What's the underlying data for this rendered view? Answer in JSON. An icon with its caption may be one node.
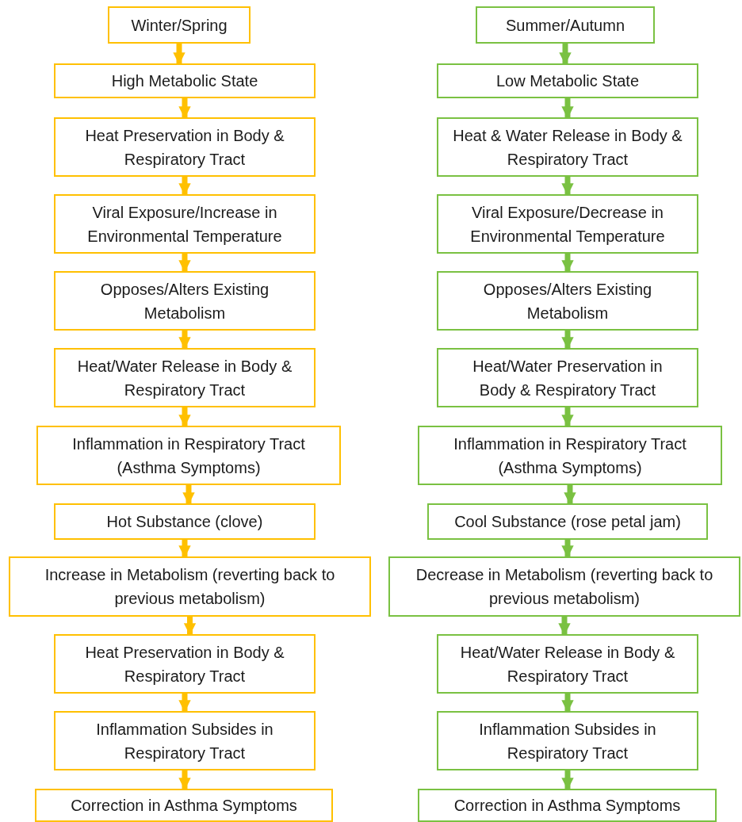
{
  "diagram": {
    "nodes": [
      {
        "text": [
          "Winter/Spring"
        ]
      },
      {
        "text": [
          "High Metabolic State"
        ]
      },
      {
        "text": [
          "Heat Preservation in Body & Respiratory Tract"
        ]
      },
      {
        "text": [
          "Viral Exposure/Increase in Environmental Temperature"
        ]
      },
      {
        "text": [
          "Opposes/Alters Existing Metabolism"
        ]
      },
      {
        "text": [
          "Heat/Water Release in Body & Respiratory Tract"
        ]
      },
      {
        "text": [
          "Inflammation in Respiratory Tract (Asthma Symptoms)"
        ]
      },
      {
        "text": [
          "Hot Substance (clove)"
        ]
      },
      {
        "text": [
          "Increase in Metabolism (reverting back to previous metabolism)"
        ]
      },
      {
        "text": [
          "Heat Preservation in Body & Respiratory Tract"
        ]
      },
      {
        "text": [
          "Inflammation Subsides in Respiratory Tract"
        ]
      },
      {
        "text": [
          "Correction in Asthma Symptoms"
        ]
      },
      {
        "text": [
          "Summer/Autumn"
        ]
      },
      {
        "text": [
          "Low Metabolic State"
        ]
      },
      {
        "text": [
          "Heat & Water Release in Body & Respiratory Tract"
        ]
      },
      {
        "text": [
          "Viral Exposure/Decrease in Environmental Temperature"
        ]
      },
      {
        "text": [
          "Opposes/Alters Existing Metabolism"
        ]
      },
      {
        "text": [
          "Heat/Water Preservation in Body & Respiratory Tract"
        ]
      },
      {
        "text": [
          "Inflammation in Respiratory Tract (Asthma Symptoms)"
        ]
      },
      {
        "text": [
          "Cool Substance (rose petal jam)"
        ]
      },
      {
        "text": [
          "Decrease in Metabolism (reverting back to previous metabolism)"
        ]
      },
      {
        "text": [
          "Heat/Water Release in Body & Respiratory Tract"
        ]
      },
      {
        "text": [
          "Inflammation Subsides in Respiratory Tract"
        ]
      },
      {
        "text": [
          "Correction in Asthma Symptoms"
        ]
      }
    ],
    "edges": [
      {
        "from": 0,
        "to": 1,
        "arrow": "to",
        "color": "#ffc000"
      },
      {
        "from": 1,
        "to": 2,
        "arrow": "to",
        "color": "#ffc000"
      },
      {
        "from": 2,
        "to": 3,
        "arrow": "to",
        "color": "#ffc000"
      },
      {
        "from": 3,
        "to": 4,
        "arrow": "to",
        "color": "#ffc000"
      },
      {
        "from": 4,
        "to": 5,
        "arrow": "to",
        "color": "#ffc000"
      },
      {
        "from": 5,
        "to": 6,
        "arrow": "to",
        "color": "#ffc000"
      },
      {
        "from": 6,
        "to": 7,
        "arrow": "to",
        "color": "#ffc000"
      },
      {
        "from": 7,
        "to": 8,
        "arrow": "to",
        "color": "#ffc000"
      },
      {
        "from": 8,
        "to": 9,
        "arrow": "to",
        "color": "#ffc000"
      },
      {
        "from": 9,
        "to": 10,
        "arrow": "to",
        "color": "#ffc000"
      },
      {
        "from": 10,
        "to": 11,
        "arrow": "to",
        "color": "#ffc000"
      },
      {
        "from": 12,
        "to": 13,
        "arrow": "to",
        "color": "#7ac142"
      },
      {
        "from": 13,
        "to": 14,
        "arrow": "to",
        "color": "#7ac142"
      },
      {
        "from": 14,
        "to": 15,
        "arrow": "to",
        "color": "#7ac142"
      },
      {
        "from": 15,
        "to": 16,
        "arrow": "to",
        "color": "#7ac142"
      },
      {
        "from": 16,
        "to": 17,
        "arrow": "to",
        "color": "#7ac142"
      },
      {
        "from": 17,
        "to": 18,
        "arrow": "to",
        "color": "#7ac142"
      },
      {
        "from": 18,
        "to": 19,
        "arrow": "to",
        "color": "#7ac142"
      },
      {
        "from": 19,
        "to": 20,
        "arrow": "to",
        "color": "#7ac142"
      },
      {
        "from": 20,
        "to": 21,
        "arrow": "to",
        "color": "#7ac142"
      },
      {
        "from": 21,
        "to": 22,
        "arrow": "to",
        "color": "#7ac142"
      },
      {
        "from": 22,
        "to": 23,
        "arrow": "to",
        "color": "#7ac142"
      }
    ]
  }
}
